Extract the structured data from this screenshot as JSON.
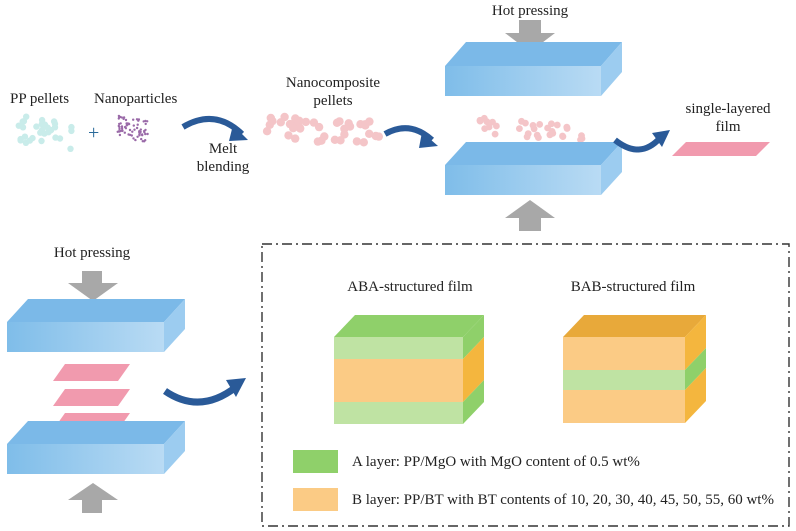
{
  "process": {
    "pp_label": "PP pellets",
    "plus": "+",
    "nano_label": "Nanoparticles",
    "melt_line1": "Melt",
    "melt_line2": "blending",
    "nanocomp_line1": "Nanocomposite",
    "nanocomp_line2": "pellets",
    "hot_pressing_top": "Hot pressing",
    "single_line1": "single-layered",
    "single_line2": "film",
    "hot_pressing_bottom": "Hot pressing"
  },
  "structures": {
    "aba_title": "ABA-structured film",
    "bab_title": "BAB-structured film"
  },
  "legend": {
    "a_text": "A layer: PP/MgO with MgO content of 0.5 wt%",
    "b_text": "B layer: PP/BT with BT contents of 10, 20, 30, 40, 45, 50, 55, 60 wt%"
  },
  "colors": {
    "pp_pellet": "#c9ecea",
    "nano_particle": "#9a6aa8",
    "nano_pellet": "#f4c5c8",
    "press_plate": "#8fc3ea",
    "film_pink": "#f19aae",
    "arrow_blue": "#2a5a98",
    "arrow_gray": "#a8a8a8",
    "a_layer": "#8fd06a",
    "b_layer": "#fbcb85",
    "b_top": "#e8a93a"
  }
}
